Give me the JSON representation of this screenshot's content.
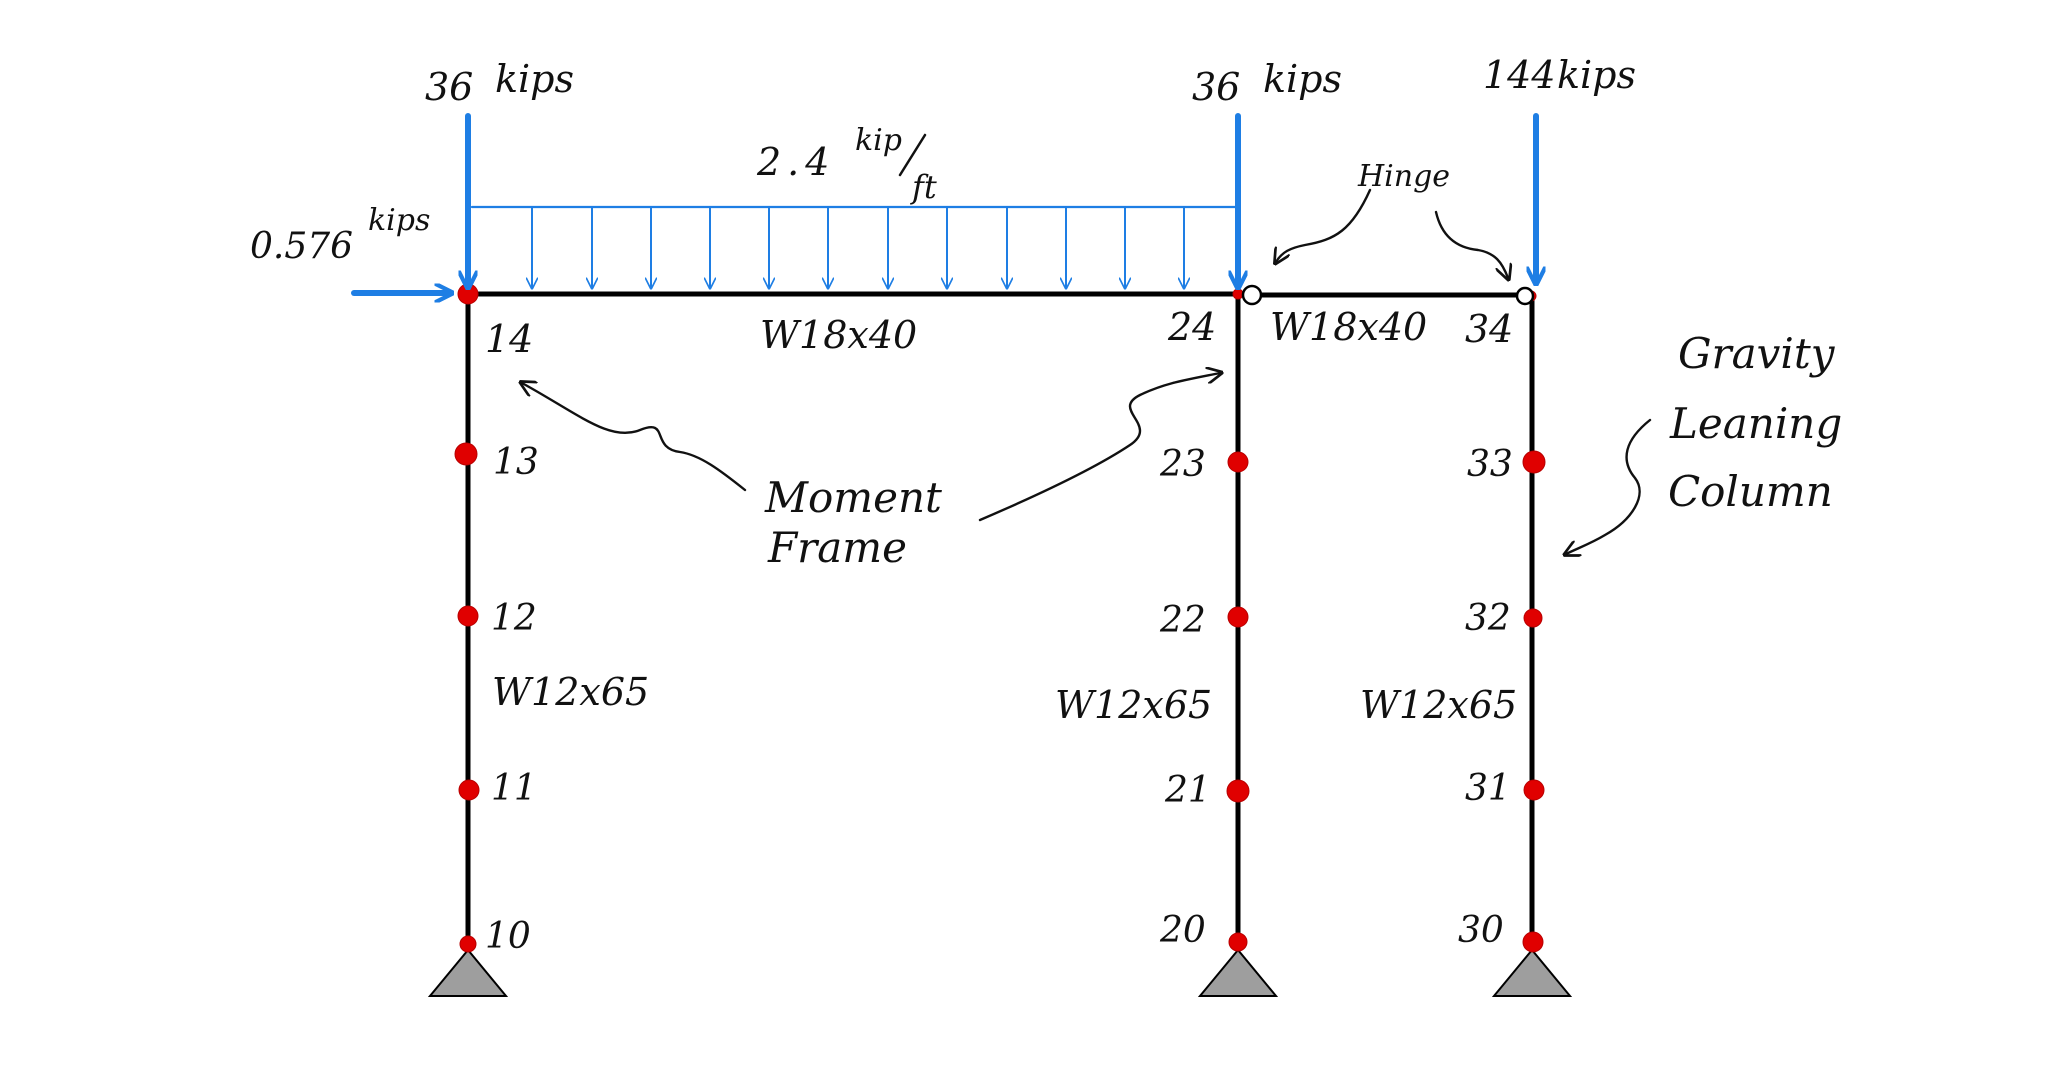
{
  "loads": {
    "p14": "36",
    "p24": "36",
    "p34": "144",
    "unit_kips": "kips",
    "lateral": "0.576",
    "lateral_unit": "kips",
    "udl": "2.4",
    "udl_num": "kip",
    "udl_den": "ft"
  },
  "members": {
    "beam_left": "W18x40",
    "beam_right": "W18x40",
    "col_left": "W12x65",
    "col_mid": "W12x65",
    "col_right": "W12x65"
  },
  "nodes": {
    "n10": "10",
    "n11": "11",
    "n12": "12",
    "n13": "13",
    "n14": "14",
    "n20": "20",
    "n21": "21",
    "n22": "22",
    "n23": "23",
    "n24": "24",
    "n30": "30",
    "n31": "31",
    "n32": "32",
    "n33": "33",
    "n34": "34"
  },
  "annotations": {
    "hinge": "Hinge",
    "moment_line1": "Moment",
    "moment_line2": "Frame",
    "gravity_line1": "Gravity",
    "gravity_line2": "Leaning",
    "gravity_line3": "Column"
  },
  "colors": {
    "load": "#1e7ee4",
    "node": "#e00000",
    "member": "#000000",
    "support": "#9e9e9e"
  }
}
